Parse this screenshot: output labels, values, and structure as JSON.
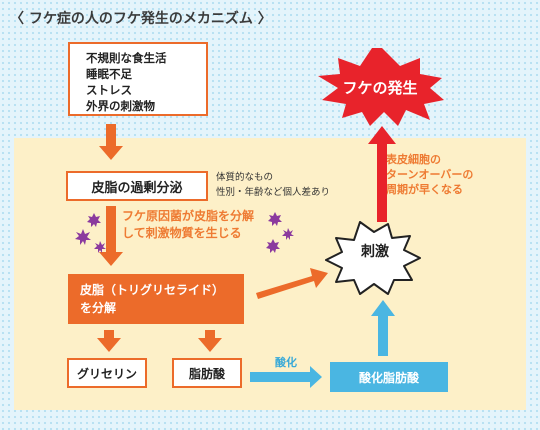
{
  "title": "〈 フケ症の人のフケ発生のメカニズム 〉",
  "causes": [
    "不規則な食生活",
    "睡眠不足",
    "ストレス",
    "外界の刺激物"
  ],
  "sebum_secretion": "皮脂の過剰分泌",
  "individual_note": [
    "体質的なもの",
    "性別・年齢など個人差あり"
  ],
  "mechanism_note": [
    "フケ原因菌が皮脂を分解",
    "して刺激物質を生じる"
  ],
  "triglyceride": [
    "皮脂（トリグリセライド）",
    "を分解"
  ],
  "glycerin": "グリセリン",
  "fatty_acid": "脂肪酸",
  "oxidation": "酸化",
  "oxidized_fatty_acid": "酸化脂肪酸",
  "stimulus": "刺激",
  "turnover_note": [
    "表皮細胞の",
    "ターンオーバーの",
    "周期が早くなる"
  ],
  "dandruff": "フケの発生",
  "colors": {
    "orange": "#ec6b2a",
    "red": "#e8232b",
    "blue": "#4ab6e2",
    "purple": "#8b3a9e",
    "panel": "#fdf0c8"
  }
}
